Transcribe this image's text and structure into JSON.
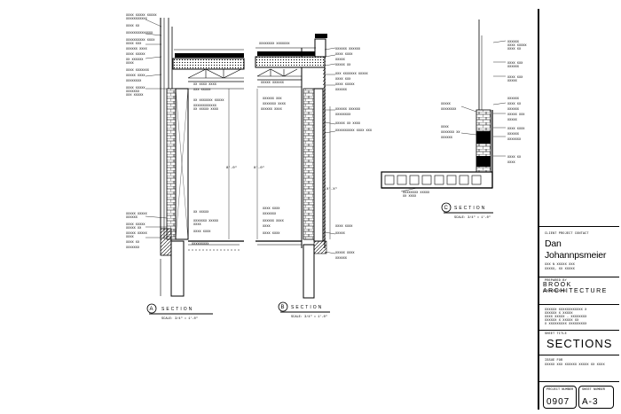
{
  "sheet": {
    "title_block": {
      "project_label": "CLIENT PROJECT CONTACT",
      "client_first": "Dan",
      "client_last": "Johannpsmeier",
      "address_lines": [
        "XXX N XXXXX XXX",
        "XXXXX, XX XXXXX"
      ],
      "prepared_by_label": "PREPARED BY",
      "firm_name": "BROOK ARCHITECTURE",
      "firm_tagline": "XXXXXXXXXXXX",
      "firm_address_lines": [
        "XXXXXX XXXXXXXXXXXX X",
        "XXXXXX X XXXXX",
        "XXXX XXXXX - XXXXXXXX",
        "XXXXXX X XXXXX XX",
        "X XXXXXXXXX XXXXXXXXX"
      ],
      "sheet_title_label": "SHEET TITLE",
      "sheet_title": "SECTIONS",
      "issue_label": "ISSUE FOR",
      "issue_value": "XXXXX XXX XXXXXX XXXXX XX XXXX",
      "project_no_label": "PROJECT NUMBER",
      "project_no": "0907",
      "sheet_no_label": "SHEET NUMBER",
      "sheet_no": "A-3"
    },
    "details": [
      {
        "tag": "A",
        "title": "SECTION",
        "scale": "SCALE: 3/4\" = 1'-0\""
      },
      {
        "tag": "B",
        "title": "SECTION",
        "scale": "SCALE: 3/4\" = 1'-0\""
      },
      {
        "tag": "C",
        "title": "SECTION",
        "scale": "SCALE: 3/4\" = 1'-0\""
      }
    ]
  }
}
